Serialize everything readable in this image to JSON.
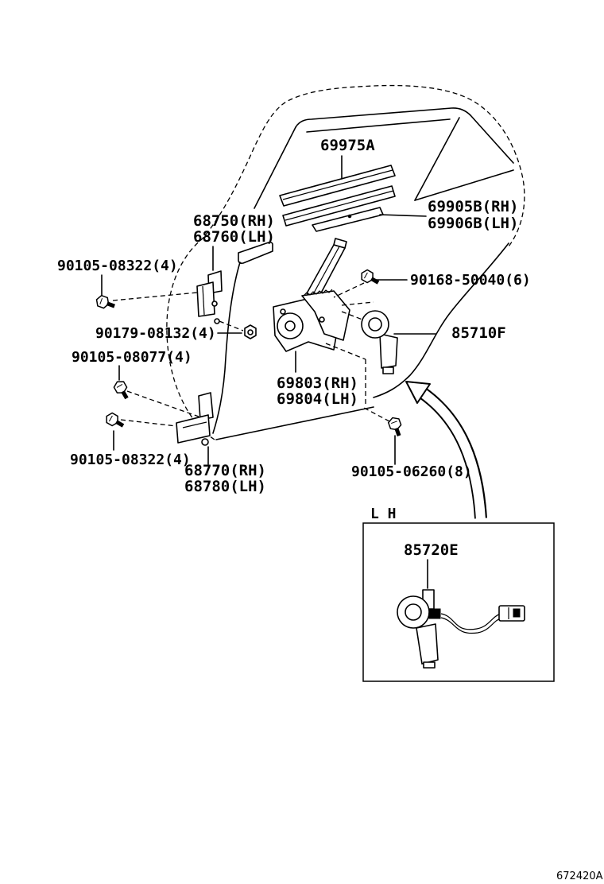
{
  "labels": {
    "p69975a": "69975A",
    "p69905b": "69905B(RH)",
    "p69906b": "69906B(LH)",
    "p68750": "68750(RH)",
    "p68760": "68760(LH)",
    "b90105_08322_top": "90105-08322(4)",
    "b90168_50040": "90168-50040(6)",
    "b90179_08132": "90179-08132(4)",
    "p85710f": "85710F",
    "b90105_08077": "90105-08077(4)",
    "p69803": "69803(RH)",
    "p69804": "69804(LH)",
    "b90105_08322_bottom": "90105-08322(4)",
    "p68770": "68770(RH)",
    "p68780": "68780(LH)",
    "b90105_06260": "90105-06260(8)",
    "lh_box_title": "L H",
    "p85720e": "85720E",
    "figure_code": "672420A"
  }
}
